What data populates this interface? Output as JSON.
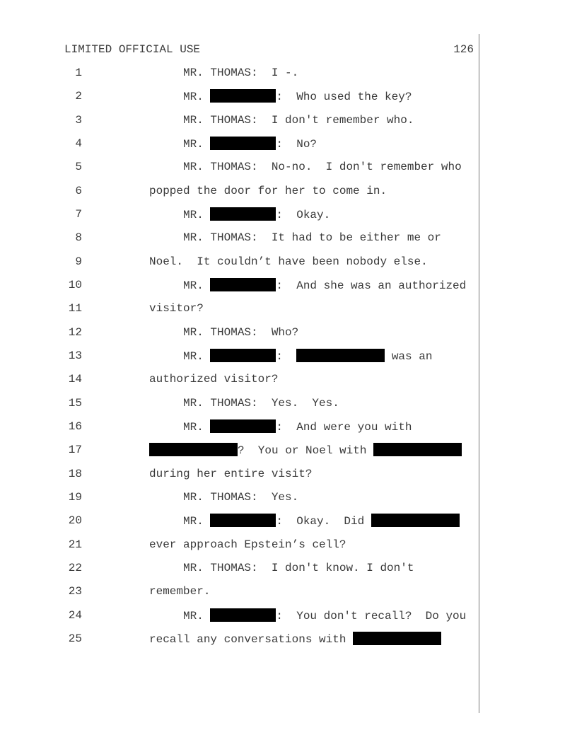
{
  "header": {
    "classification": "LIMITED OFFICIAL USE",
    "page_number": "126"
  },
  "lines": [
    {
      "n": "1",
      "indent": true,
      "segs": [
        {
          "t": "MR. THOMAS:  I -."
        }
      ]
    },
    {
      "n": "2",
      "indent": true,
      "segs": [
        {
          "t": "MR. "
        },
        {
          "r": "s"
        },
        {
          "t": ":  Who used the key?"
        }
      ]
    },
    {
      "n": "3",
      "indent": true,
      "segs": [
        {
          "t": "MR. THOMAS:  I don't remember who."
        }
      ]
    },
    {
      "n": "4",
      "indent": true,
      "segs": [
        {
          "t": "MR. "
        },
        {
          "r": "s"
        },
        {
          "t": ":  No?"
        }
      ]
    },
    {
      "n": "5",
      "indent": true,
      "segs": [
        {
          "t": "MR. THOMAS:  No-no.  I don't remember who"
        }
      ]
    },
    {
      "n": "6",
      "indent": false,
      "segs": [
        {
          "t": "popped the door for her to come in."
        }
      ]
    },
    {
      "n": "7",
      "indent": true,
      "segs": [
        {
          "t": "MR. "
        },
        {
          "r": "s"
        },
        {
          "t": ":  Okay."
        }
      ]
    },
    {
      "n": "8",
      "indent": true,
      "segs": [
        {
          "t": "MR. THOMAS:  It had to be either me or"
        }
      ]
    },
    {
      "n": "9",
      "indent": false,
      "segs": [
        {
          "t": "Noel.  It couldn’t have been nobody else."
        }
      ]
    },
    {
      "n": "10",
      "indent": true,
      "segs": [
        {
          "t": "MR. "
        },
        {
          "r": "s"
        },
        {
          "t": ":  And she was an authorized"
        }
      ]
    },
    {
      "n": "11",
      "indent": false,
      "segs": [
        {
          "t": "visitor?"
        }
      ]
    },
    {
      "n": "12",
      "indent": true,
      "segs": [
        {
          "t": "MR. THOMAS:  Who?"
        }
      ]
    },
    {
      "n": "13",
      "indent": true,
      "segs": [
        {
          "t": "MR. "
        },
        {
          "r": "s"
        },
        {
          "t": ":  "
        },
        {
          "r": "l"
        },
        {
          "t": " was an"
        }
      ]
    },
    {
      "n": "14",
      "indent": false,
      "segs": [
        {
          "t": "authorized visitor?"
        }
      ]
    },
    {
      "n": "15",
      "indent": true,
      "segs": [
        {
          "t": "MR. THOMAS:  Yes.  Yes."
        }
      ]
    },
    {
      "n": "16",
      "indent": true,
      "segs": [
        {
          "t": "MR. "
        },
        {
          "r": "s"
        },
        {
          "t": ":  And were you with"
        }
      ]
    },
    {
      "n": "17",
      "indent": false,
      "segs": [
        {
          "r": "l"
        },
        {
          "t": "?  You or Noel with "
        },
        {
          "r": "l"
        }
      ]
    },
    {
      "n": "18",
      "indent": false,
      "segs": [
        {
          "t": "during her entire visit?"
        }
      ]
    },
    {
      "n": "19",
      "indent": true,
      "segs": [
        {
          "t": "MR. THOMAS:  Yes."
        }
      ]
    },
    {
      "n": "20",
      "indent": true,
      "segs": [
        {
          "t": "MR. "
        },
        {
          "r": "s"
        },
        {
          "t": ":  Okay.  Did "
        },
        {
          "r": "l"
        }
      ]
    },
    {
      "n": "21",
      "indent": false,
      "segs": [
        {
          "t": "ever approach Epstein’s cell?"
        }
      ]
    },
    {
      "n": "22",
      "indent": true,
      "segs": [
        {
          "t": "MR. THOMAS:  I don't know. I don't"
        }
      ]
    },
    {
      "n": "23",
      "indent": false,
      "segs": [
        {
          "t": "remember."
        }
      ]
    },
    {
      "n": "24",
      "indent": true,
      "segs": [
        {
          "t": "MR. "
        },
        {
          "r": "s"
        },
        {
          "t": ":  You don't recall?  Do you"
        }
      ]
    },
    {
      "n": "25",
      "indent": false,
      "segs": [
        {
          "t": "recall any conversations with "
        },
        {
          "r": "l"
        }
      ]
    }
  ]
}
